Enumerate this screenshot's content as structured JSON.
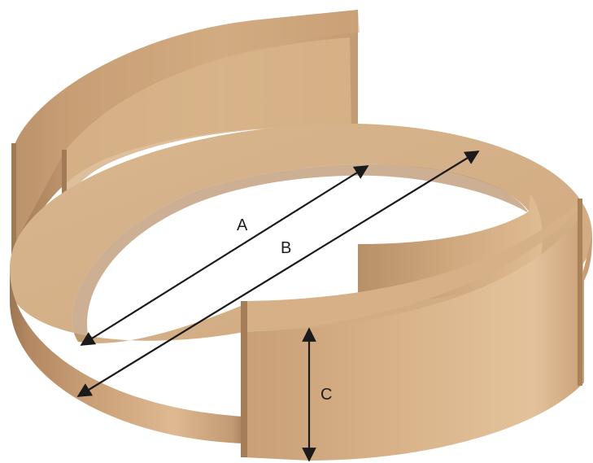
{
  "diagram": {
    "colors": {
      "background": "#ffffff",
      "ring_light": "#e2c29d",
      "ring_mid": "#d2ab80",
      "ring_dark": "#b48862",
      "ring_shadow": "#9c7552",
      "arrow": "#1a1a1a"
    },
    "labels": {
      "a": "A",
      "b": "B",
      "c": "C"
    }
  }
}
